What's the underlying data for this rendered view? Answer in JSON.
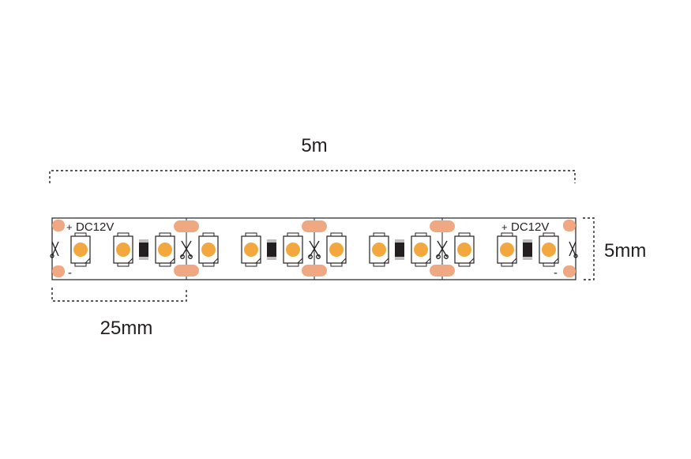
{
  "dimensions": {
    "length_label": "5m",
    "width_label": "5mm",
    "cut_unit_label": "25mm"
  },
  "strip": {
    "voltage_label_left": "DC12V",
    "voltage_label_right": "DC12V",
    "plus_sign": "+",
    "minus_sign": "-",
    "led_groups": [
      {
        "leds": 3
      },
      {
        "leds": 3
      },
      {
        "leds": 3
      },
      {
        "leds": 3
      }
    ]
  },
  "colors": {
    "line": "#231f20",
    "led": "#f2a83e",
    "pad": "#f0a883",
    "resistor": "#231f20"
  }
}
